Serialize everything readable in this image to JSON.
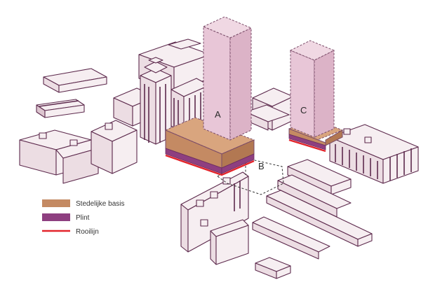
{
  "labels": {
    "a": "A",
    "b": "B",
    "c": "C"
  },
  "legend": {
    "items": [
      {
        "label": "Stedelijke basis",
        "color": "#c48a63",
        "kind": "swatch"
      },
      {
        "label": "Plint",
        "color": "#8e3f80",
        "kind": "swatch"
      },
      {
        "label": "Rooilijn",
        "color": "#e3242b",
        "kind": "line"
      }
    ]
  },
  "colors": {
    "building_outline": "#5d2a4d",
    "tower_fill": "#e8c6d7",
    "basis_fill": "#c48a63",
    "plint_fill": "#8e3f80",
    "rooilijn": "#e3242b"
  }
}
